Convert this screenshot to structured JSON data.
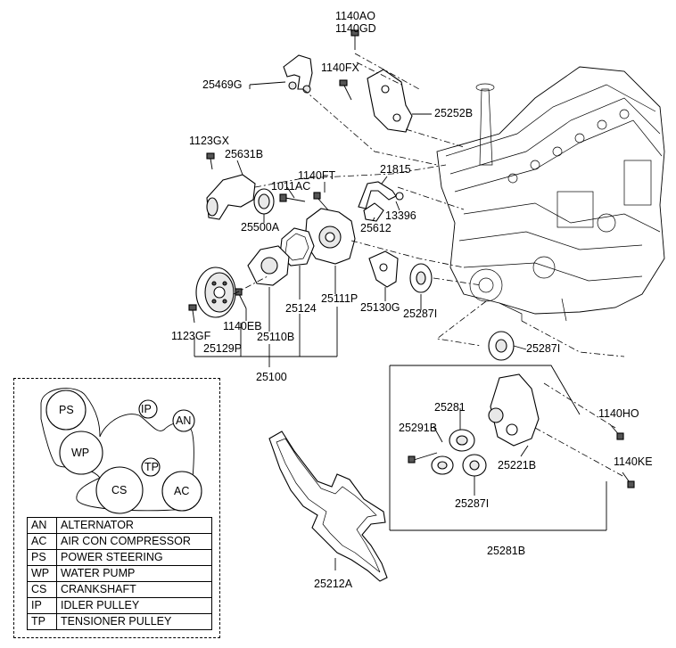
{
  "parts": {
    "p1140AO": "1140AO",
    "p1140GD": "1140GD",
    "p1140FX": "1140FX",
    "p25469G": "25469G",
    "p25252B": "25252B",
    "p1123GX": "1123GX",
    "p25631B": "25631B",
    "p1140FT": "1140FT",
    "p21815": "21815",
    "p1011AC": "1011AC",
    "p13396": "13396",
    "p25500A": "25500A",
    "p25612": "25612",
    "p25130G": "25130G",
    "p25287I_a": "25287I",
    "p25287I_b": "25287I",
    "p25287I_c": "25287I",
    "p1140EB": "1140EB",
    "p25124": "25124",
    "p25111P": "25111P",
    "p1123GF": "1123GF",
    "p25110B": "25110B",
    "p25129P": "25129P",
    "p25100": "25100",
    "p25281": "25281",
    "p1140HO": "1140HO",
    "p25291B": "25291B",
    "p25221B": "25221B",
    "p1140KE": "1140KE",
    "p25281B": "25281B",
    "p25212A": "25212A"
  },
  "schematic": {
    "ps": "PS",
    "ip": "IP",
    "an": "AN",
    "wp": "WP",
    "tp": "TP",
    "cs": "CS",
    "ac": "AC"
  },
  "legend": [
    {
      "code": "AN",
      "name": "ALTERNATOR"
    },
    {
      "code": "AC",
      "name": "AIR CON COMPRESSOR"
    },
    {
      "code": "PS",
      "name": "POWER STEERING"
    },
    {
      "code": "WP",
      "name": "WATER PUMP"
    },
    {
      "code": "CS",
      "name": "CRANKSHAFT"
    },
    {
      "code": "IP",
      "name": "IDLER PULLEY"
    },
    {
      "code": "TP",
      "name": "TENSIONER PULLEY"
    }
  ]
}
